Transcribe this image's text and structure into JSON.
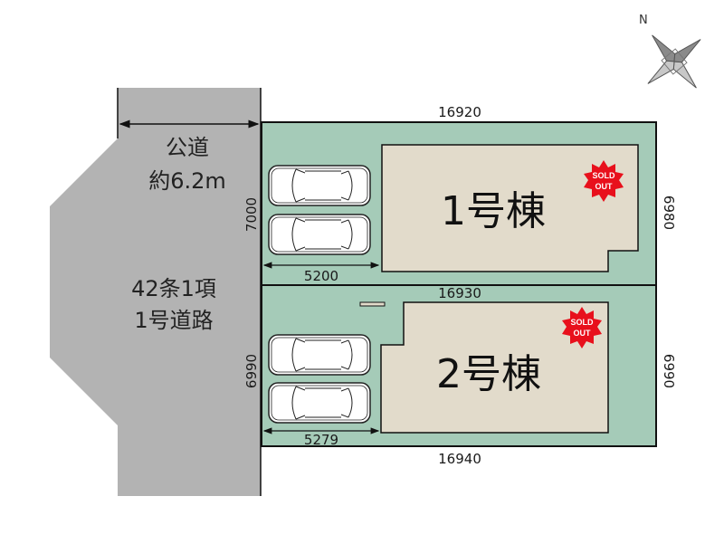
{
  "colors": {
    "lot": "#a5cbb8",
    "building": "#e2dbcb",
    "road": "#b3b3b3",
    "sold_badge": "#e8101c"
  },
  "compass": {
    "north_label": "N"
  },
  "road": {
    "label_line1": "公道",
    "label_line2": "約6.2m",
    "type_line1": "42条1項",
    "type_line2": "1号道路"
  },
  "lot1": {
    "building_label": "1号棟",
    "badge_line1": "SOLD",
    "badge_line2": "OUT",
    "dim_top": "16920",
    "dim_left": "7000",
    "dim_right": "6980",
    "dim_parking": "5200"
  },
  "lot2": {
    "building_label": "2号棟",
    "badge_line1": "SOLD",
    "badge_line2": "OUT",
    "dim_top": "16930",
    "dim_left": "6990",
    "dim_right": "6990",
    "dim_parking": "5279",
    "dim_bottom": "16940"
  }
}
